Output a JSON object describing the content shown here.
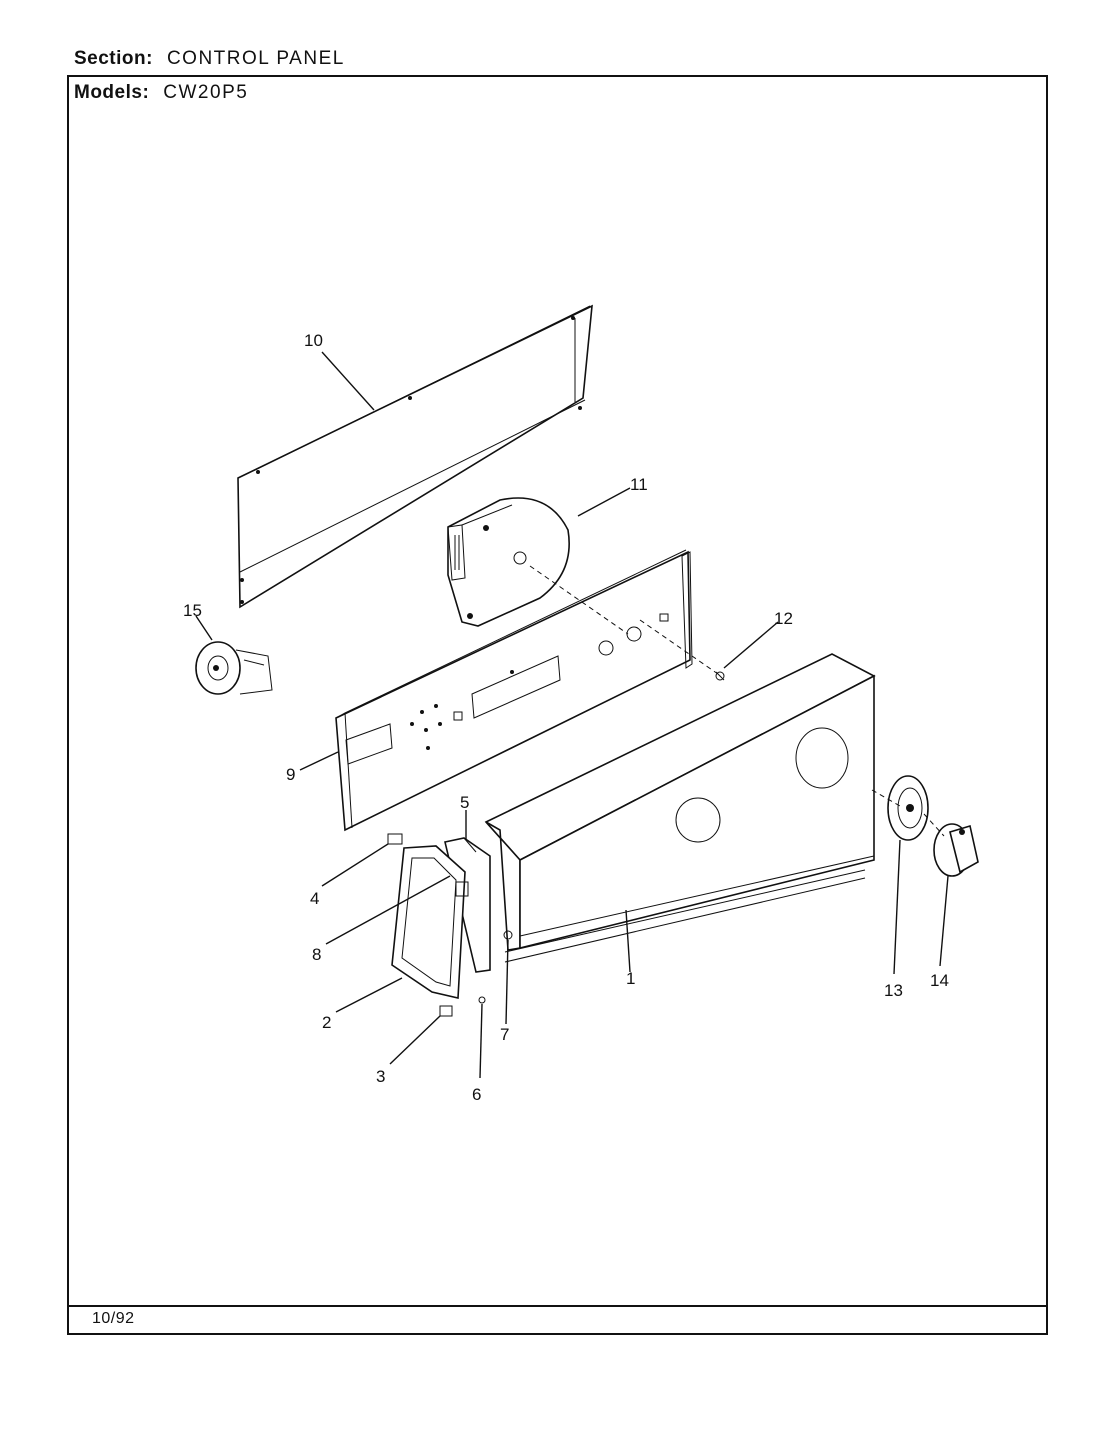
{
  "header": {
    "section_label": "Section:",
    "section_value": "CONTROL PANEL",
    "models_label": "Models:",
    "models_value": "CW20P5"
  },
  "footer": {
    "date": "10/92"
  },
  "callouts": {
    "c1": "1",
    "c2": "2",
    "c3": "3",
    "c4": "4",
    "c5": "5",
    "c6": "6",
    "c7": "7",
    "c8": "8",
    "c9": "9",
    "c10": "10",
    "c11": "11",
    "c12": "12",
    "c13": "13",
    "c14": "14",
    "c15": "15"
  }
}
